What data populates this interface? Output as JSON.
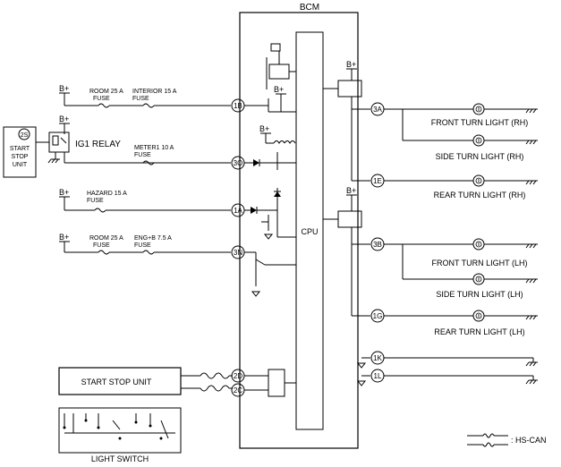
{
  "title": "BCM",
  "cpu_label": "CPU",
  "battery_label": "B+",
  "fuses": {
    "room1": "ROOM 25 A FUSE",
    "interior": "INTERIOR 15 A FUSE",
    "meter1": "METER1 10 A FUSE",
    "hazard": "HAZARD 15 A FUSE",
    "room2": "ROOM 25 A FUSE",
    "engb": "ENG+B 7.5 A FUSE"
  },
  "fuse_lines": {
    "room1": [
      "ROOM 25 A",
      "FUSE"
    ],
    "interior": [
      "INTERIOR 15 A",
      "FUSE"
    ],
    "meter1": [
      "METER1 10 A",
      "FUSE"
    ],
    "hazard": [
      "HAZARD 15 A",
      "FUSE"
    ],
    "room2": [
      "ROOM 25 A",
      "FUSE"
    ],
    "engb": [
      "ENG+B 7.5 A",
      "FUSE"
    ]
  },
  "ig1_relay": "IG1 RELAY",
  "start_stop_unit_small": {
    "pin": "2S",
    "lines": [
      "START",
      "STOP",
      "UNIT"
    ]
  },
  "start_stop_unit": "START STOP UNIT",
  "light_switch": "LIGHT SWITCH",
  "pins": {
    "p1B": "1B",
    "p3O": "3O",
    "p1A": "1A",
    "p3N": "3N",
    "p2D": "2D",
    "p2C": "2C",
    "p3A": "3A",
    "p1E": "1E",
    "p3B": "3B",
    "p1G": "1G",
    "p1K": "1K",
    "p1L": "1L"
  },
  "lights": {
    "front_rh": "FRONT TURN LIGHT (RH)",
    "side_rh": "SIDE TURN LIGHT (RH)",
    "rear_rh": "REAR TURN LIGHT (RH)",
    "front_lh": "FRONT TURN LIGHT (LH)",
    "side_lh": "SIDE TURN LIGHT (LH)",
    "rear_lh": "REAR TURN LIGHT (LH)"
  },
  "legend": {
    "hs_can": ": HS-CAN"
  }
}
